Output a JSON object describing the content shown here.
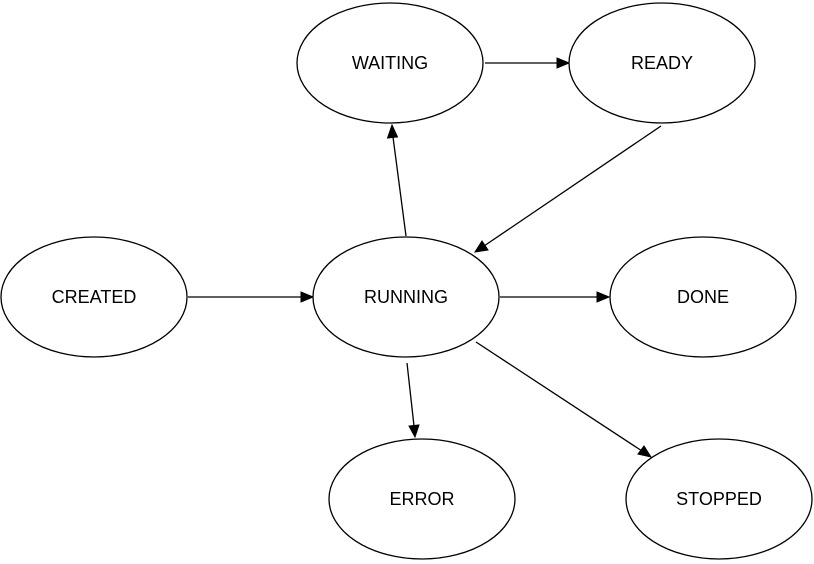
{
  "diagram": {
    "type": "state-diagram",
    "colors": {
      "stroke": "#000000",
      "fill": "#ffffff",
      "text": "#000000",
      "background": "#ffffff"
    },
    "nodes": [
      {
        "id": "waiting",
        "label": "WAITING"
      },
      {
        "id": "ready",
        "label": "READY"
      },
      {
        "id": "created",
        "label": "CREATED"
      },
      {
        "id": "running",
        "label": "RUNNING"
      },
      {
        "id": "done",
        "label": "DONE"
      },
      {
        "id": "error",
        "label": "ERROR"
      },
      {
        "id": "stopped",
        "label": "STOPPED"
      }
    ],
    "edges": [
      {
        "from": "created",
        "to": "running"
      },
      {
        "from": "running",
        "to": "waiting"
      },
      {
        "from": "waiting",
        "to": "ready"
      },
      {
        "from": "ready",
        "to": "running"
      },
      {
        "from": "running",
        "to": "done"
      },
      {
        "from": "running",
        "to": "error"
      },
      {
        "from": "running",
        "to": "stopped"
      }
    ]
  }
}
